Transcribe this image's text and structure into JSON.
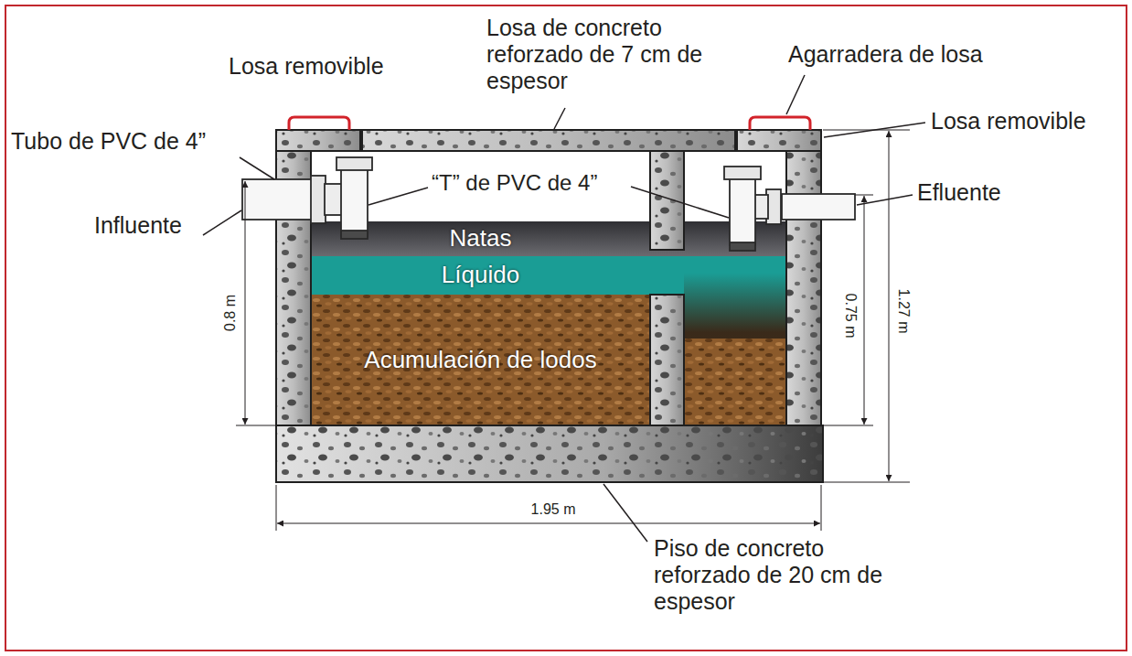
{
  "diagram": {
    "nodes": [
      {
        "text": [
          "Natas"
        ]
      },
      {
        "text": [
          "Líquido"
        ]
      },
      {
        "text": [
          "Acumulación de lodos"
        ]
      }
    ],
    "labels": [
      "Losa removible",
      "Losa de concreto reforzado de 7 cm de espesor",
      "Agarradera de losa",
      "Tubo de PVC de 4”",
      "Losa removible",
      "“T” de PVC de 4”",
      "Efluente",
      "Influente",
      "0.8 m",
      "0.75 m",
      "1.27 m",
      "1.95 m",
      "Piso de concreto reforzado de 20 cm de espesor"
    ]
  }
}
